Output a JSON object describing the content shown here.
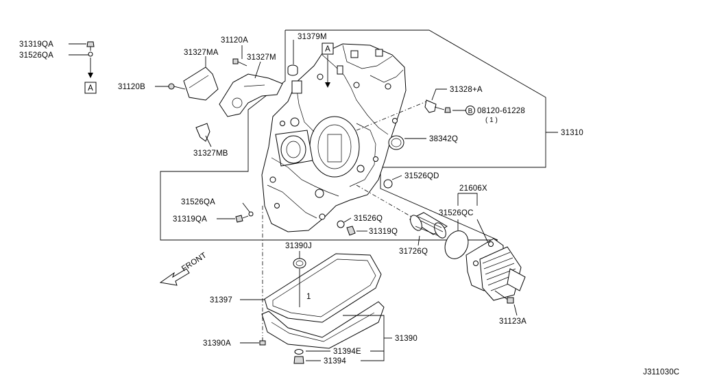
{
  "diagram": {
    "ref_code": "J311030C",
    "front_label": "FRONT",
    "callout_marker": "A",
    "callouts": [
      {
        "key": "p31319QA_top",
        "text": "31319QA"
      },
      {
        "key": "p31526QA_top",
        "text": "31526QA"
      },
      {
        "key": "p31120A",
        "text": "31120A"
      },
      {
        "key": "p31379M",
        "text": "31379M"
      },
      {
        "key": "p31327MA",
        "text": "31327MA"
      },
      {
        "key": "p31327M",
        "text": "31327M"
      },
      {
        "key": "p31120B",
        "text": "31120B"
      },
      {
        "key": "p31327MB",
        "text": "31327MB"
      },
      {
        "key": "p31328A",
        "text": "31328+A"
      },
      {
        "key": "p08120",
        "text": "08120-61228"
      },
      {
        "key": "p08120_qty",
        "text": "( 1 )"
      },
      {
        "key": "p31310",
        "text": "31310"
      },
      {
        "key": "p38342Q",
        "text": "38342Q"
      },
      {
        "key": "p31526QD",
        "text": "31526QD"
      },
      {
        "key": "p21606X",
        "text": "21606X"
      },
      {
        "key": "p31526QC",
        "text": "31526QC"
      },
      {
        "key": "p31526QA_mid",
        "text": "31526QA"
      },
      {
        "key": "p31319QA_mid",
        "text": "31319QA"
      },
      {
        "key": "p31526Q",
        "text": "31526Q"
      },
      {
        "key": "p31319Q",
        "text": "31319Q"
      },
      {
        "key": "p31726Q",
        "text": "31726Q"
      },
      {
        "key": "p31390J",
        "text": "31390J"
      },
      {
        "key": "p31397",
        "text": "31397"
      },
      {
        "key": "p31390A",
        "text": "31390A"
      },
      {
        "key": "p31394E",
        "text": "31394E"
      },
      {
        "key": "p31394",
        "text": "31394"
      },
      {
        "key": "p31390",
        "text": "31390"
      },
      {
        "key": "p31123A",
        "text": "31123A"
      }
    ],
    "bolt_circle_letter": "B",
    "pan_quantity_mark": "1"
  }
}
